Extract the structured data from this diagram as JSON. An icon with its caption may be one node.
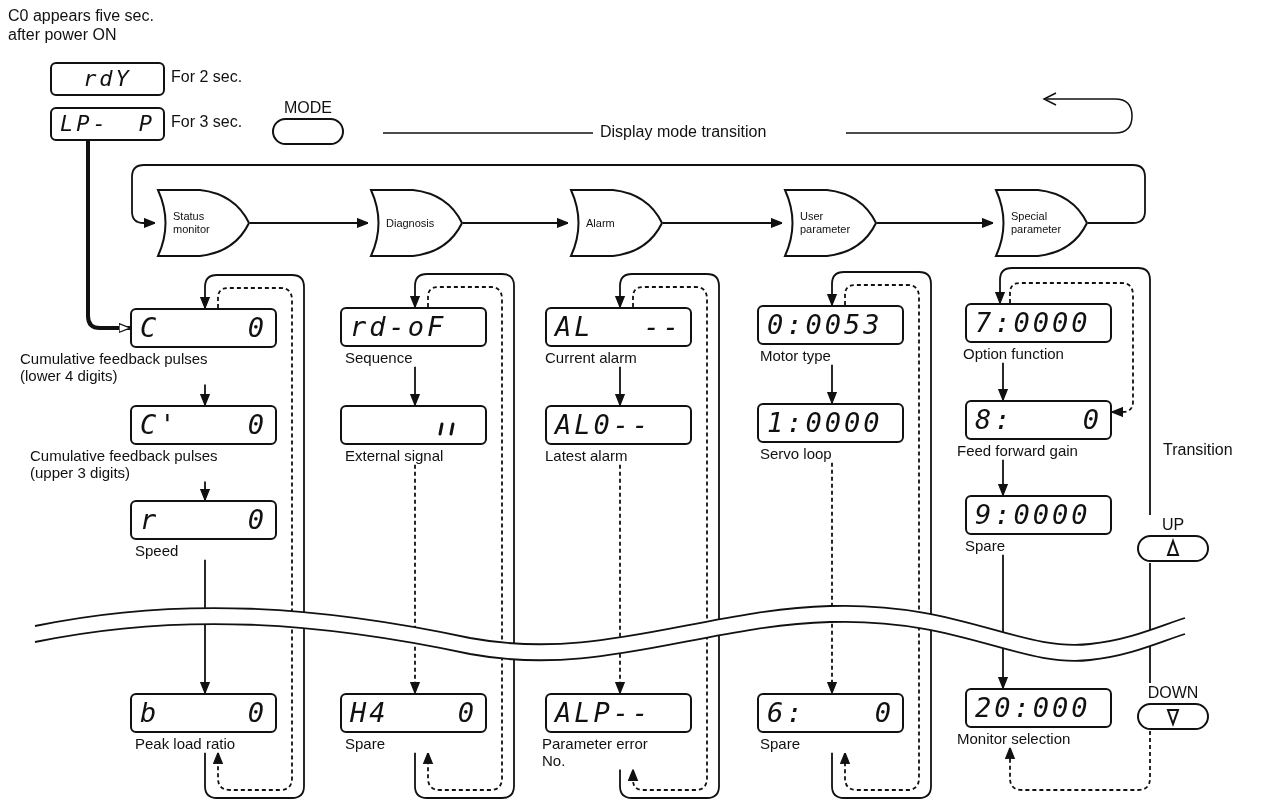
{
  "diagram": {
    "nodes": [
      {
        "text": [
          "rdY"
        ],
        "beside": [
          "For 2 sec."
        ]
      },
      {
        "text": [
          "LP- P"
        ],
        "beside": [
          "For 3 sec."
        ]
      },
      {
        "text": [
          "MODE"
        ]
      },
      {
        "text": [
          "Status monitor"
        ]
      },
      {
        "text": [
          "Diagnosis"
        ]
      },
      {
        "text": [
          "Alarm"
        ]
      },
      {
        "text": [
          "User parameter"
        ]
      },
      {
        "text": [
          "Special parameter"
        ]
      },
      {
        "text": [
          "C 0"
        ],
        "beside": [
          "Cumulative feedback pulses (lower 4 digits)"
        ]
      },
      {
        "text": [
          "C' 0"
        ],
        "beside": [
          "Cumulative feedback pulses (upper 3 digits)"
        ]
      },
      {
        "text": [
          "r 0"
        ],
        "beside": [
          "Speed"
        ]
      },
      {
        "text": [
          "b 0"
        ],
        "beside": [
          "Peak load ratio"
        ]
      },
      {
        "text": [
          "rd-oF"
        ],
        "beside": [
          "Sequence"
        ]
      },
      {
        "text": [],
        "shape": "box",
        "beside": [
          "External signal"
        ]
      },
      {
        "text": [
          "H4 0"
        ],
        "beside": [
          "Spare"
        ]
      },
      {
        "text": [
          "AL --"
        ],
        "beside": [
          "Current alarm"
        ]
      },
      {
        "text": [
          "AL0--"
        ],
        "beside": [
          "Latest alarm"
        ]
      },
      {
        "text": [
          "ALP--"
        ],
        "beside": [
          "Parameter error No."
        ]
      },
      {
        "text": [
          "0:0053"
        ],
        "beside": [
          "Motor type"
        ]
      },
      {
        "text": [
          "1:0000"
        ],
        "beside": [
          "Servo loop"
        ]
      },
      {
        "text": [
          "6: 0"
        ],
        "beside": [
          "Spare"
        ]
      },
      {
        "text": [
          "7:0000"
        ],
        "beside": [
          "Option function"
        ]
      },
      {
        "text": [
          "8: 0"
        ],
        "beside": [
          "Feed forward gain"
        ]
      },
      {
        "text": [
          "9:0000"
        ],
        "beside": [
          "Spare"
        ]
      },
      {
        "text": [
          "20:000"
        ],
        "beside": [
          "Monitor selection"
        ]
      },
      {
        "text": [
          "UP"
        ]
      },
      {
        "text": [
          "DOWN"
        ]
      }
    ],
    "edges": [
      {
        "from": 1,
        "to": 8,
        "arrow": "to",
        "style": "thick"
      },
      {
        "from": 3,
        "to": 4,
        "arrow": "to"
      },
      {
        "from": 4,
        "to": 5,
        "arrow": "to"
      },
      {
        "from": 5,
        "to": 6,
        "arrow": "to"
      },
      {
        "from": 6,
        "to": 7,
        "arrow": "to"
      },
      {
        "from": 7,
        "to": 3,
        "arrow": "to"
      },
      {
        "from": 8,
        "to": 9,
        "arrow": "to"
      },
      {
        "from": 9,
        "to": 10,
        "arrow": "to"
      },
      {
        "from": 10,
        "to": 11,
        "arrow": "to"
      },
      {
        "from": 11,
        "to": 8,
        "arrow": "to"
      },
      {
        "from": 8,
        "to": 11,
        "arrow": "to",
        "style": "dashed"
      },
      {
        "from": 12,
        "to": 13,
        "arrow": "to"
      },
      {
        "from": 13,
        "to": 14,
        "arrow": "to",
        "style": "dashed"
      },
      {
        "from": 14,
        "to": 12,
        "arrow": "to"
      },
      {
        "from": 12,
        "to": 14,
        "arrow": "to",
        "style": "dashed"
      },
      {
        "from": 15,
        "to": 16,
        "arrow": "to"
      },
      {
        "from": 16,
        "to": 17,
        "arrow": "to",
        "style": "dashed"
      },
      {
        "from": 17,
        "to": 15,
        "arrow": "to"
      },
      {
        "from": 15,
        "to": 17,
        "arrow": "to",
        "style": "dashed"
      },
      {
        "from": 18,
        "to": 19,
        "arrow": "to"
      },
      {
        "from": 19,
        "to": 20,
        "arrow": "to",
        "style": "dashed"
      },
      {
        "from": 20,
        "to": 18,
        "arrow": "to"
      },
      {
        "from": 18,
        "to": 20,
        "arrow": "to",
        "style": "dashed"
      },
      {
        "from": 21,
        "to": 22,
        "arrow": "to"
      },
      {
        "from": 22,
        "to": 23,
        "arrow": "to"
      },
      {
        "from": 23,
        "to": 24,
        "arrow": "to"
      },
      {
        "from": 25,
        "to": 21,
        "arrow": "to"
      },
      {
        "from": 21,
        "to": 22,
        "arrow": "to",
        "style": "dashed"
      },
      {
        "from": 25,
        "to": 26,
        "arrow": "none"
      },
      {
        "from": 26,
        "to": 24,
        "arrow": "to",
        "style": "dashed"
      }
    ],
    "labels": [
      "C0 appears five sec. after power ON",
      "Display mode transition",
      "Transition"
    ]
  }
}
